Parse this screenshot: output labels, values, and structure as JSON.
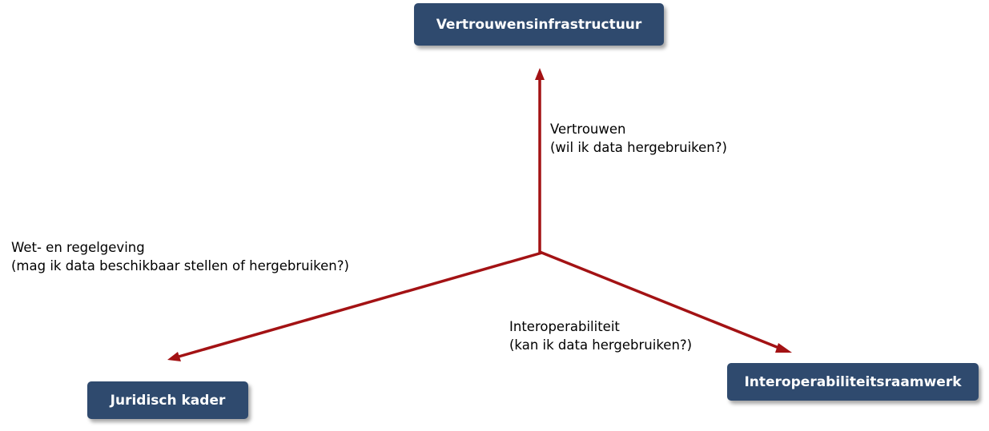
{
  "nodes": {
    "top": "Vertrouwensinfrastructuur",
    "left": "Juridisch kader",
    "right": "Interoperabiliteitsraamwerk"
  },
  "labels": {
    "trust": {
      "line1": "Vertrouwen",
      "line2": "(wil ik data hergebruiken?)"
    },
    "legal": {
      "line1": "Wet- en regelgeving",
      "line2": "(mag ik data beschikbaar stellen of hergebruiken?)"
    },
    "interop": {
      "line1": "Interoperabiliteit",
      "line2": "(kan ik data hergebruiken?)"
    }
  },
  "colors": {
    "node_fill": "#2f4a6e",
    "arrow": "#a31214"
  }
}
